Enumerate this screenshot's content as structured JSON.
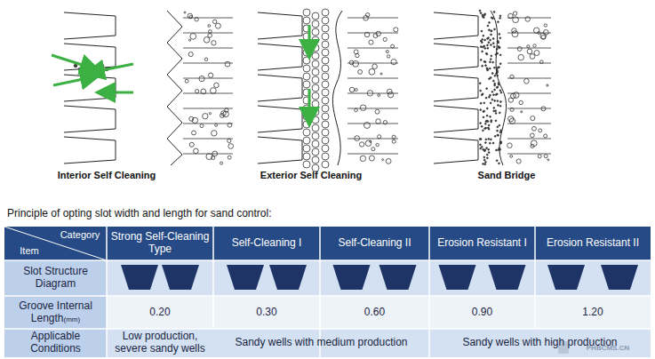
{
  "diagram": {
    "labels": [
      "Interior Self Cleaning",
      "Exterior Self Cleaning",
      "Sand Bridge",
      "Principle of opting slot width and length for sand control:",
      "Category",
      "Item",
      "Strong Self-Cleaning Type",
      "Self-Cleaning I",
      "Self-Cleaning II",
      "Erosion Resistant I",
      "Erosion Resistant II",
      "Slot Structure Diagram",
      "Groove Internal Length",
      "(mm)",
      "0.20",
      "0.30",
      "0.60",
      "0.90",
      "1.20",
      "Applicable Conditions",
      "Low production, severe sandy wells",
      "Sandy wells with medium production",
      "Sandy wells with high production",
      "PHBCMS.CN"
    ]
  }
}
